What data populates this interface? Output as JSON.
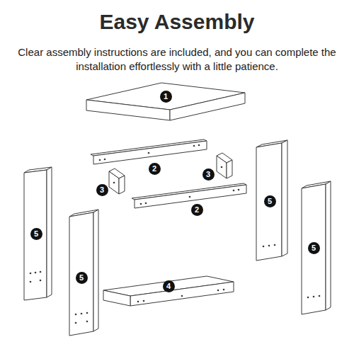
{
  "diagram": {
    "title": "Easy Assembly",
    "caption": "Clear assembly instructions are included, and you can complete the installation effortlessly with a little patience.",
    "labels": [
      "1",
      "2",
      "3",
      "3",
      "5",
      "2",
      "5",
      "5",
      "5",
      "4"
    ]
  }
}
